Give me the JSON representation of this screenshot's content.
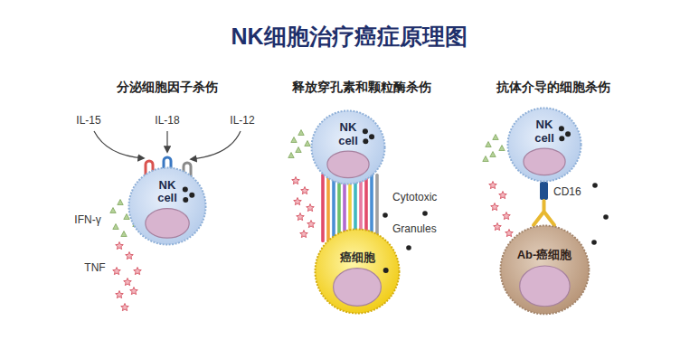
{
  "diagram": {
    "title": "NK细胞治疗癌症原理图",
    "nodes": [
      {
        "text": [
          "NK cell"
        ]
      },
      {
        "text": [
          "NK cell"
        ]
      },
      {
        "text": [
          "癌细胞"
        ]
      },
      {
        "text": [
          "NK cell"
        ]
      },
      {
        "text": [
          "Ab-癌细胞"
        ]
      }
    ],
    "labels": [
      "分泌细胞因子杀伤",
      "释放穿孔素和颗粒酶杀伤",
      "抗体介导的细胞杀伤",
      "IL-15",
      "IL-18",
      "IL-12",
      "IFN-γ",
      "TNF",
      "Cytotoxic",
      "Granules",
      "CD16"
    ]
  }
}
